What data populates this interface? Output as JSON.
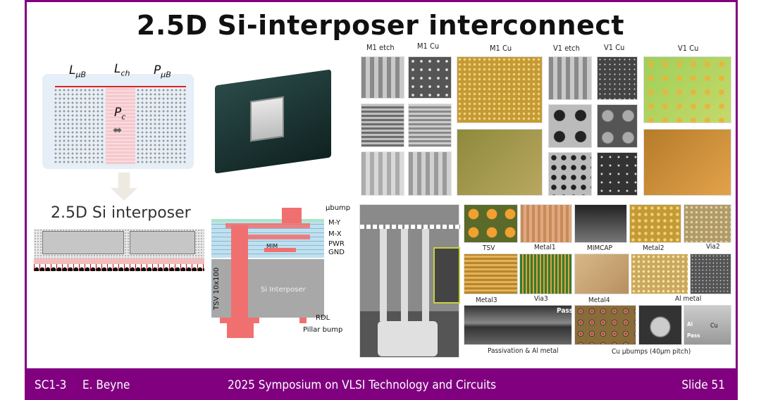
{
  "slide": {
    "title": "2.5D Si-interposer interconnect"
  },
  "diagram": {
    "l_ub": "L",
    "l_ub_sub": "μB",
    "l_ch": "L",
    "l_ch_sub": "ch",
    "p_ub": "P",
    "p_ub_sub": "μB",
    "p_c": "P",
    "p_c_sub": "c",
    "interposer_caption": "2.5D Si interposer"
  },
  "stack": {
    "ubump": "μbump",
    "my": "M-Y",
    "mx": "M-X",
    "pwr": "PWR",
    "gnd": "GND",
    "mim": "MIM",
    "tsv": "TSV 10x100",
    "si": "Si Interposer",
    "rdl": "RDL",
    "pillar": "Pillar bump"
  },
  "grid_top": {
    "labels": [
      "M1 etch",
      "M1 Cu",
      "M1 Cu",
      "V1 etch",
      "V1 Cu",
      "V1 Cu"
    ]
  },
  "grid_bottom": {
    "labels": [
      "TSV",
      "Metal1",
      "MIMCAP",
      "Metal2",
      "Via2",
      "Metal3",
      "Via3",
      "Metal4",
      "Al metal",
      "Passivation & Al metal",
      "Cu μbumps (40μm pitch)"
    ],
    "annotations": [
      "Pass",
      "Al",
      "Pass",
      "Cu"
    ]
  },
  "footer": {
    "session": "SC1-3",
    "author": "E. Beyne",
    "conference": "2025 Symposium on VLSI Technology and Circuits",
    "slide_number": "Slide 51"
  },
  "colors": {
    "accent": "#800080",
    "bump_red": "#f07070"
  }
}
